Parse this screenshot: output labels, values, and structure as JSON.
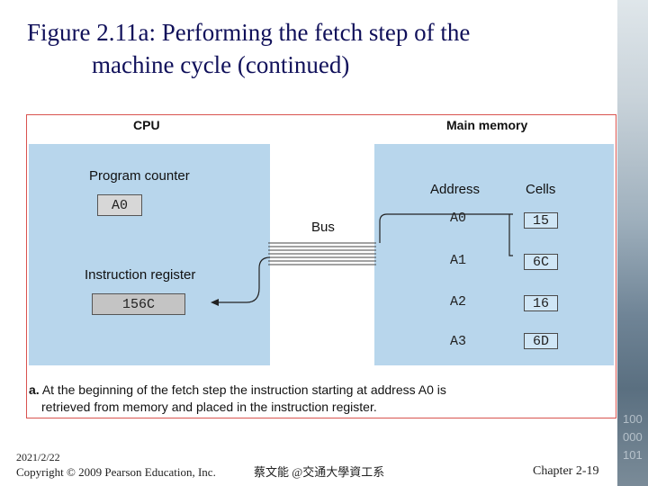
{
  "slide": {
    "title_line1": "Figure 2.11a: Performing the fetch step of the",
    "title_line2": "machine cycle (continued)"
  },
  "figure": {
    "cpu_heading": "CPU",
    "memory_heading": "Main memory",
    "program_counter_label": "Program counter",
    "program_counter_value": "A0",
    "instruction_register_label": "Instruction register",
    "instruction_register_value": "156C",
    "bus_label": "Bus",
    "address_header": "Address",
    "cells_header": "Cells",
    "memory_rows": [
      {
        "address": "A0",
        "cell": "15"
      },
      {
        "address": "A1",
        "cell": "6C"
      },
      {
        "address": "A2",
        "cell": "16"
      },
      {
        "address": "A3",
        "cell": "6D"
      }
    ],
    "caption_prefix": "a.",
    "caption_line1": "At the beginning of the fetch step the instruction starting at address A0 is",
    "caption_line2": "retrieved from memory and placed in the instruction register."
  },
  "footer": {
    "date": "2021/2/22",
    "copyright": "Copyright © 2009 Pearson Education, Inc.",
    "author": "蔡文能 @交通大學資工系",
    "chapter": "Chapter 2-19"
  },
  "colors": {
    "panel": "#b8d6ec",
    "title": "#10105a",
    "border": "#d9534f"
  }
}
